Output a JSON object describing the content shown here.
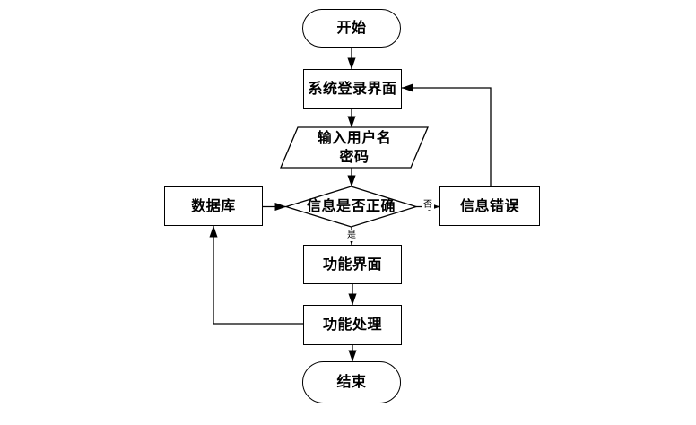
{
  "diagram": {
    "type": "flowchart",
    "colors": {
      "background": "#ffffff",
      "stroke": "#000000",
      "text": "#000000"
    },
    "nodes": {
      "start": {
        "shape": "terminator",
        "label": "开始"
      },
      "login": {
        "shape": "process",
        "label": "系统登录界面"
      },
      "input": {
        "shape": "io-parallelogram",
        "label": "输入用户名\n密码"
      },
      "decision": {
        "shape": "decision-diamond",
        "label": "信息是否正确"
      },
      "database": {
        "shape": "process",
        "label": "数据库"
      },
      "error": {
        "shape": "process",
        "label": "信息错误"
      },
      "func_ui": {
        "shape": "process",
        "label": "功能界面"
      },
      "func_process": {
        "shape": "process",
        "label": "功能处理"
      },
      "end": {
        "shape": "terminator",
        "label": "结束"
      }
    },
    "edge_labels": {
      "no": "否",
      "yes": "是"
    },
    "edges": [
      {
        "from": "start",
        "to": "login"
      },
      {
        "from": "login",
        "to": "input"
      },
      {
        "from": "input",
        "to": "decision"
      },
      {
        "from": "decision",
        "to": "func_ui",
        "label": "是"
      },
      {
        "from": "decision",
        "to": "error",
        "label": "否"
      },
      {
        "from": "error",
        "to": "login"
      },
      {
        "from": "database",
        "to": "decision"
      },
      {
        "from": "func_ui",
        "to": "func_process"
      },
      {
        "from": "func_process",
        "to": "end"
      },
      {
        "from": "func_process",
        "to": "database"
      }
    ]
  }
}
